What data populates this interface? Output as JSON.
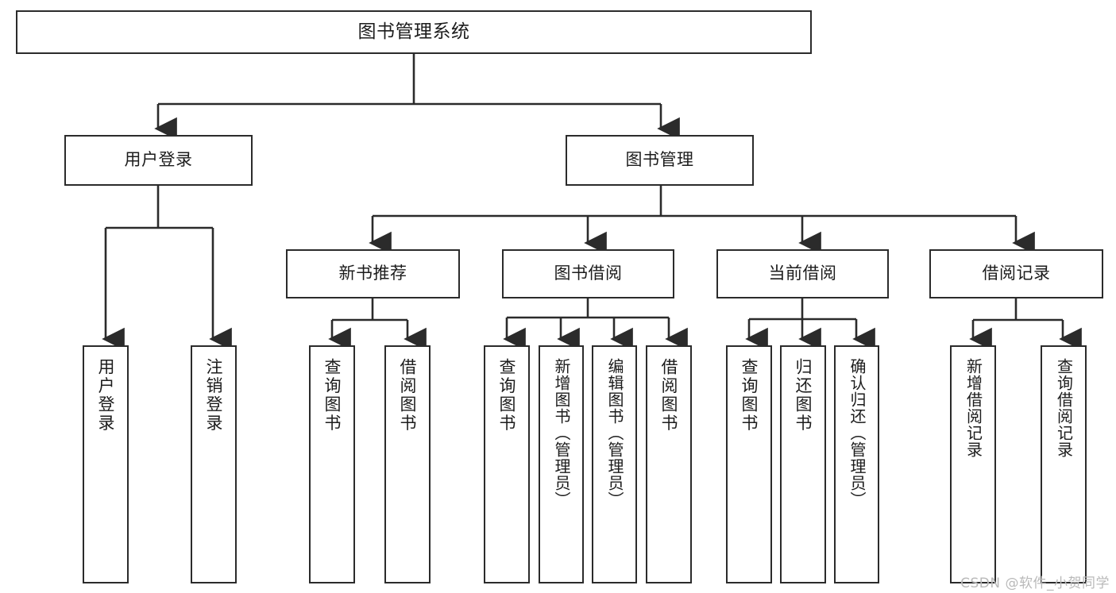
{
  "diagram": {
    "title": "图书管理系统",
    "type": "tree-hierarchy-chart",
    "colors": {
      "box_border": "#2b2b2b",
      "box_fill": "#ffffff",
      "connector": "#2b2b2b",
      "text": "#1c1c1c",
      "watermark": "#b9b9b9",
      "background": "#ffffff"
    }
  },
  "root": {
    "label": "图书管理系统"
  },
  "level1": {
    "user_login": {
      "label": "用户登录"
    },
    "book_manage": {
      "label": "图书管理"
    }
  },
  "level2": {
    "new_book": {
      "label": "新书推荐"
    },
    "borrow": {
      "label": "图书借阅"
    },
    "current": {
      "label": "当前借阅"
    },
    "records": {
      "label": "借阅记录"
    }
  },
  "leaves": {
    "user_login_children": [
      {
        "label": "用户登录"
      },
      {
        "label": "注销登录"
      }
    ],
    "new_book_children": [
      {
        "label": "查询图书"
      },
      {
        "label": "借阅图书"
      }
    ],
    "borrow_children": [
      {
        "label": "查询图书"
      },
      {
        "label": "新增图书（管理员）"
      },
      {
        "label": "编辑图书（管理员）"
      },
      {
        "label": "借阅图书"
      }
    ],
    "current_children": [
      {
        "label": "查询图书"
      },
      {
        "label": "归还图书"
      },
      {
        "label": "确认归还（管理员）"
      }
    ],
    "records_children": [
      {
        "label": "新增借阅记录"
      },
      {
        "label": "查询借阅记录"
      }
    ]
  },
  "watermark": {
    "text": "CSDN @软件_小贺同学"
  }
}
